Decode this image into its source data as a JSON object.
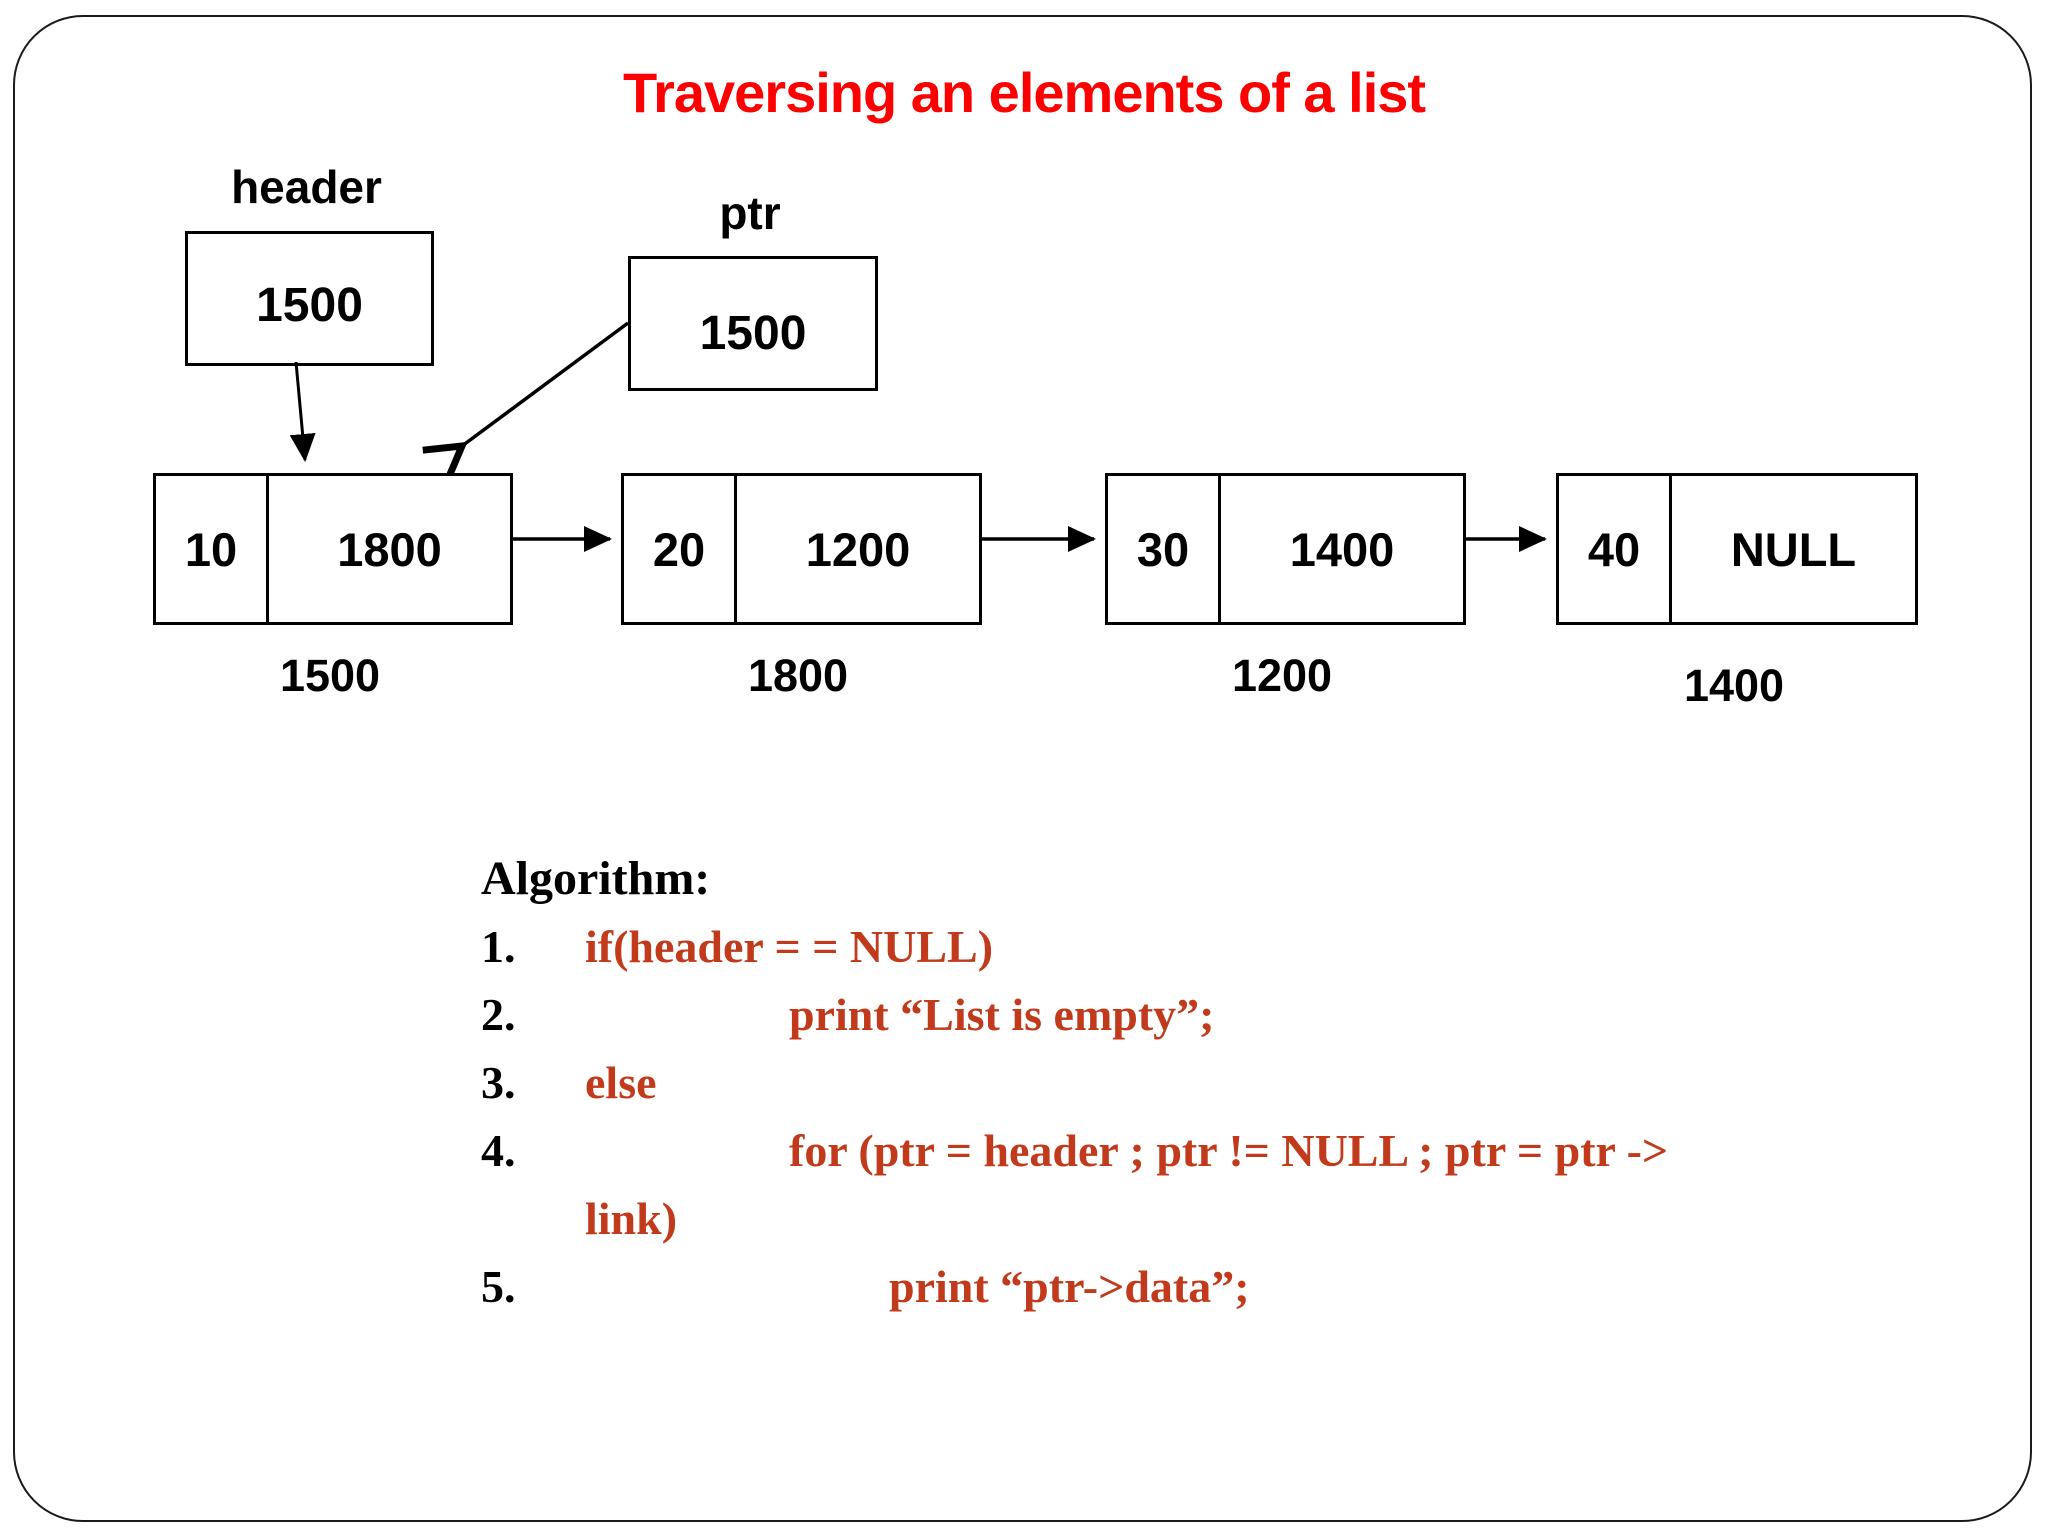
{
  "title": "Traversing an elements of a list",
  "colors": {
    "title": "#ff0000",
    "code": "#c13a1b"
  },
  "pointers": [
    {
      "label": "header",
      "value": "1500"
    },
    {
      "label": "ptr",
      "value": "1500"
    }
  ],
  "nodes": [
    {
      "data": "10",
      "link": "1800",
      "address": "1500"
    },
    {
      "data": "20",
      "link": "1200",
      "address": "1800"
    },
    {
      "data": "30",
      "link": "1400",
      "address": "1200"
    },
    {
      "data": "40",
      "link": "NULL",
      "address": "1400"
    }
  ],
  "algorithm": {
    "heading": "Algorithm:",
    "lines": [
      {
        "num": "1.",
        "text": "if(header = = NULL)"
      },
      {
        "num": "2.",
        "text": "print  “List is empty”;"
      },
      {
        "num": "3.",
        "text": "else"
      },
      {
        "num": "4.",
        "text": "for (ptr = header ; ptr != NULL ; ptr = ptr ->"
      },
      {
        "num": "",
        "text": "link)"
      },
      {
        "num": "5.",
        "text": "print “ptr->data”;"
      }
    ]
  }
}
